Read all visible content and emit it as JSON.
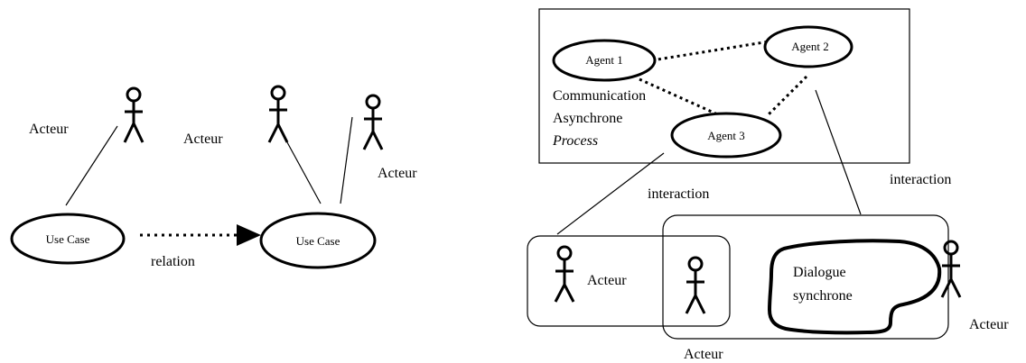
{
  "left_diagram": {
    "actor_labels": [
      "Acteur",
      "Acteur",
      "Acteur"
    ],
    "use_case_left": "Use Case",
    "use_case_right": "Use Case",
    "relation_label": "relation"
  },
  "right_diagram": {
    "agents": [
      "Agent 1",
      "Agent 2",
      "Agent 3"
    ],
    "process_text": [
      "Communication",
      "Asynchrone",
      "Process"
    ],
    "interaction_labels": [
      "interaction",
      "interaction"
    ],
    "dialogue_text": [
      "Dialogue",
      "synchrone"
    ],
    "actor_labels": [
      "Acteur",
      "Acteur",
      "Acteur"
    ]
  }
}
